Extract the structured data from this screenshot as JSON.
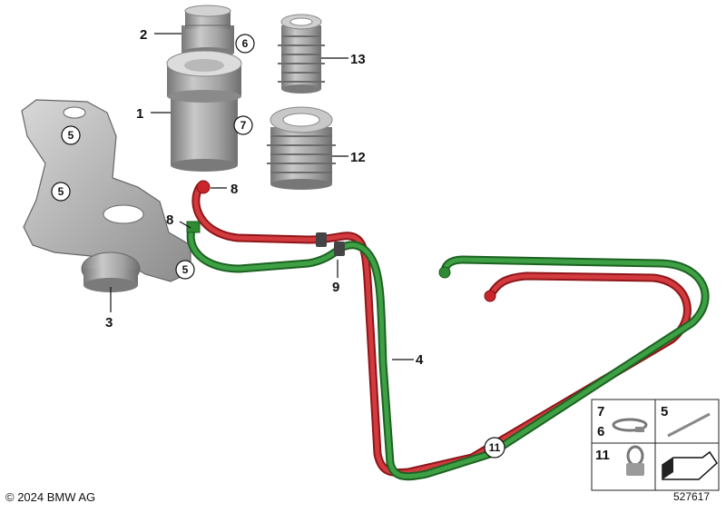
{
  "callouts": {
    "c1": "1",
    "c2": "2",
    "c3": "3",
    "c4": "4",
    "c8a": "8",
    "c8b": "8",
    "c9": "9",
    "c12": "12",
    "c13": "13"
  },
  "circled": {
    "n6": "6",
    "n7": "7",
    "n11": "11",
    "n5a": "5",
    "n5b": "5",
    "n5c": "5"
  },
  "legend": {
    "label7": "7",
    "label6": "6",
    "label5": "5",
    "label11": "11"
  },
  "footer": {
    "copyright": "© 2024 BMW AG",
    "diagram_id": "527617"
  },
  "colors": {
    "red_hose": "#c8262a",
    "green_hose": "#2e8a33",
    "part_grey": "#9a9a9a"
  }
}
